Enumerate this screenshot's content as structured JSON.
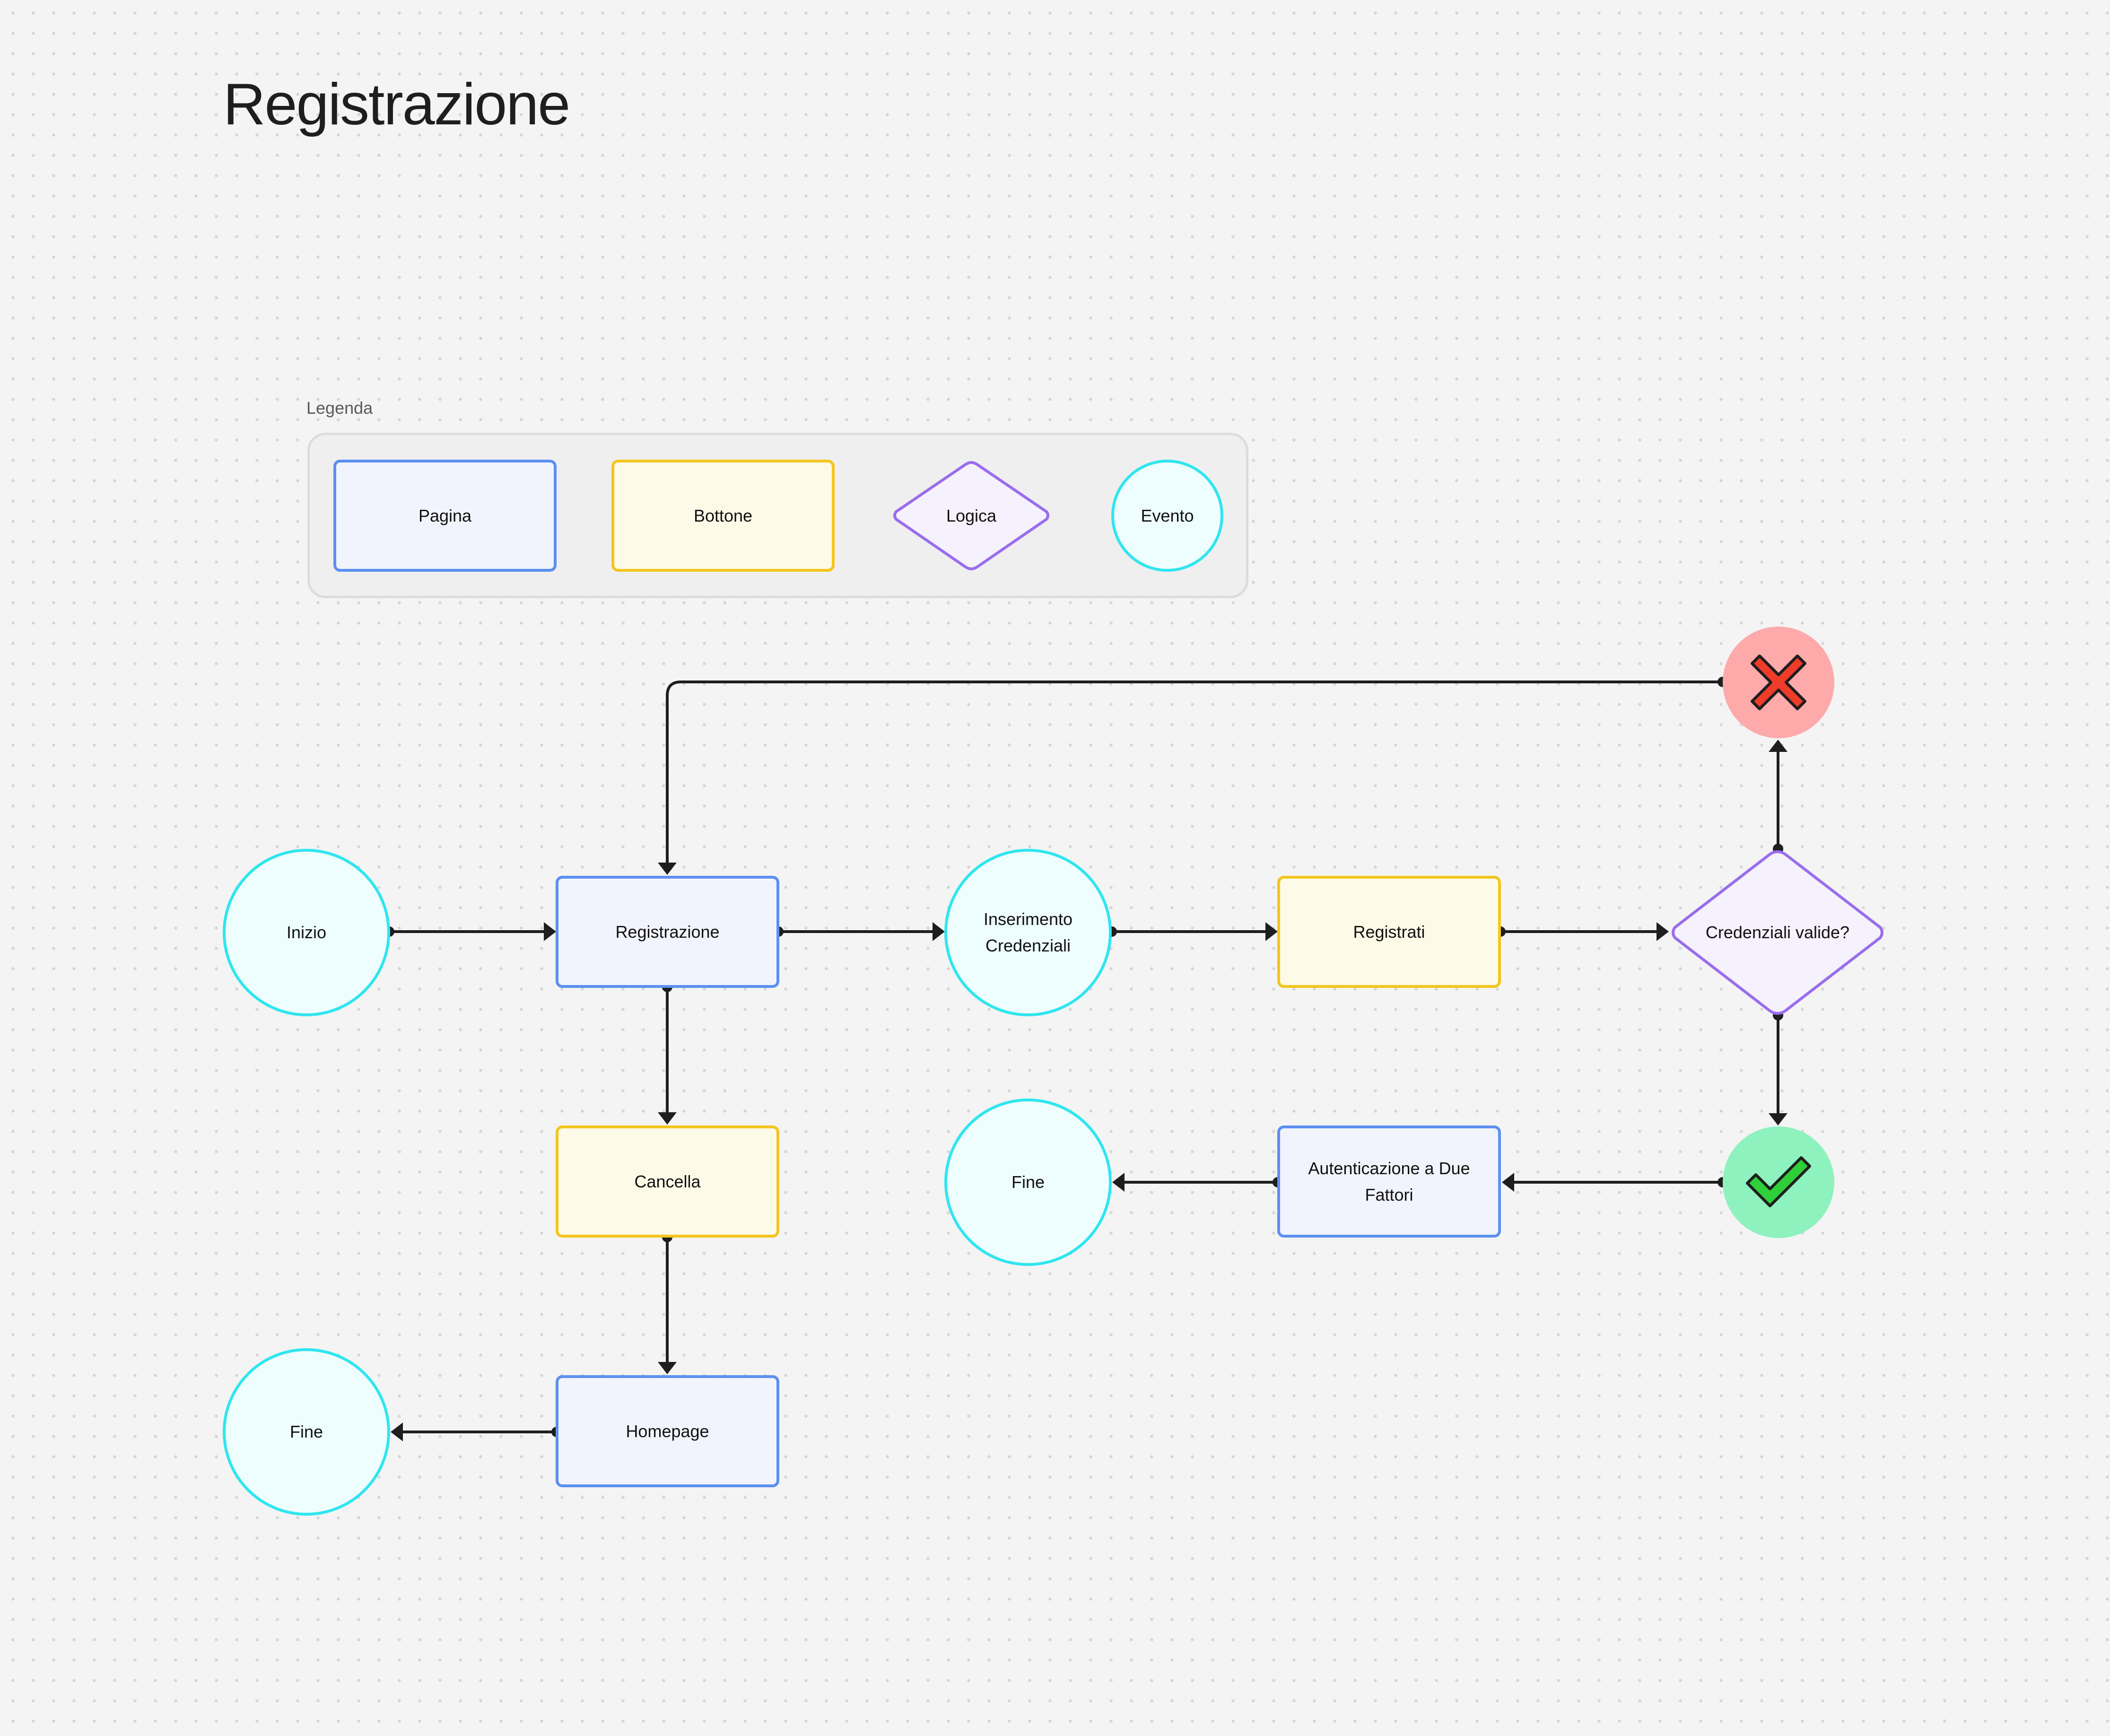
{
  "title": "Registrazione",
  "legend": {
    "label": "Legenda",
    "items": {
      "page": "Pagina",
      "button": "Bottone",
      "logic": "Logica",
      "event": "Evento"
    }
  },
  "nodes": {
    "inizio": "Inizio",
    "registrazione": "Registrazione",
    "inserimento": "Inserimento Credenziali",
    "registrati": "Registrati",
    "credenziali_valide": "Credenziali valide?",
    "cancella": "Cancella",
    "homepage": "Homepage",
    "fine_left": "Fine",
    "autenticazione": "Autenticazione a Due Fattori",
    "fine_right": "Fine",
    "error_icon": "x-mark-icon",
    "success_icon": "check-mark-icon"
  },
  "colors": {
    "page_border": "#5c8ff0",
    "page_fill": "#f1f4fd",
    "button_border": "#f4c51e",
    "button_fill": "#fefae8",
    "logic_border": "#9a6cee",
    "logic_fill": "#f5f1fd",
    "event_border": "#2fe5ef",
    "event_fill": "#eefdfd",
    "error_fill": "#ffaaaa",
    "success_fill": "#8ef2be",
    "connector": "#1e1e1e"
  }
}
